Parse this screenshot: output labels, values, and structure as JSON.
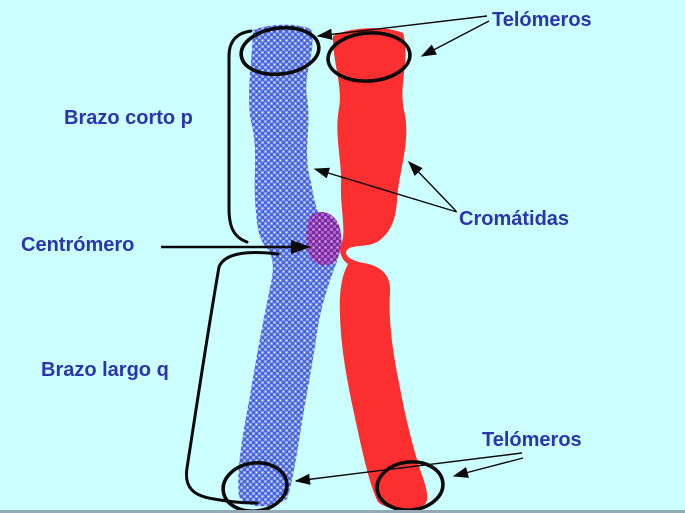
{
  "labels": {
    "telomeres_top": "Telómeros",
    "short_arm": "Brazo corto p",
    "centromere": "Centrómero",
    "chromatids": "Cromátidas",
    "long_arm": "Brazo largo q",
    "telomeres_bottom": "Telómeros"
  },
  "colors": {
    "background": "#CCFFFF",
    "label_text": "#2B35AE",
    "chromatid_blue": "#4A67DC",
    "chromatid_blue_light": "#8AA0EE",
    "speck_white": "#FFFFFF",
    "chromatid_red": "#FB2F2F",
    "centromere_purple": "#7B2AA0",
    "centromere_purple_light": "#A863C9",
    "line_black": "#0A0A0A"
  }
}
